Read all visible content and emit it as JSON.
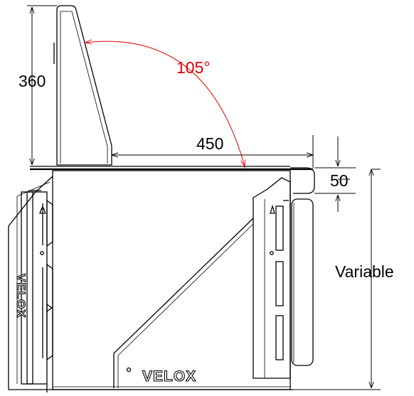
{
  "drawing": {
    "dimensions": {
      "backrest_height": "360",
      "depth": "450",
      "top_thickness": "50",
      "variable_height": "Variable",
      "backrest_angle": "105°"
    },
    "colors": {
      "line": "#000000",
      "angle_annotation": "#e00000",
      "background": "#ffffff"
    },
    "brand": {
      "front_panel_logo": "VELOX",
      "side_logo": "VELOX"
    }
  }
}
